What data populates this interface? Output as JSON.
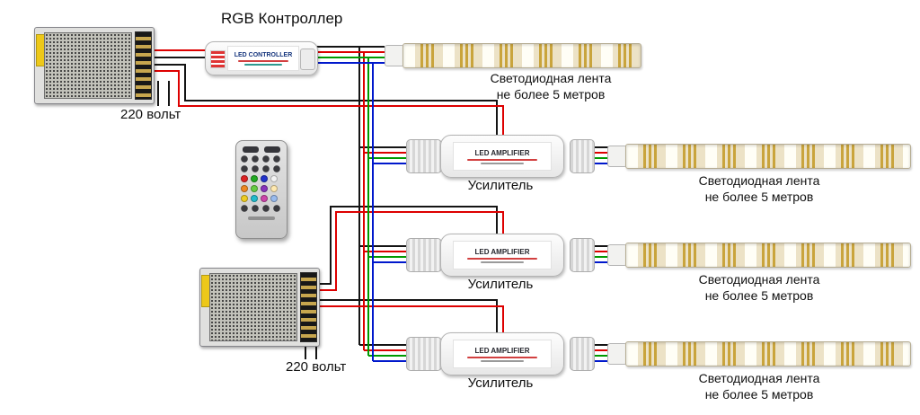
{
  "title": "RGB Контроллер",
  "colors": {
    "wire_black": "#141414",
    "wire_red": "#dd0000",
    "wire_green": "#009a00",
    "wire_blue": "#0018cc",
    "sticker_yellow": "#edc819"
  },
  "psu1": {
    "label": "220 вольт"
  },
  "psu2": {
    "label": "220 вольт"
  },
  "controller": {
    "device_label": "LED CONTROLLER"
  },
  "amplifiers": [
    {
      "device_label": "LED AMPLIFIER",
      "caption": "Усилитель"
    },
    {
      "device_label": "LED AMPLIFIER",
      "caption": "Усилитель"
    },
    {
      "device_label": "LED AMPLIFIER",
      "caption": "Усилитель"
    }
  ],
  "strips": [
    {
      "line1": "Светодиодная лента",
      "line2": "не более 5 метров"
    },
    {
      "line1": "Светодиодная лента",
      "line2": "не более 5 метров"
    },
    {
      "line1": "Светодиодная лента",
      "line2": "не более 5 метров"
    },
    {
      "line1": "Светодиодная лента",
      "line2": "не более 5 метров"
    }
  ],
  "remote": {
    "button_colors": [
      "#dd2222",
      "#22aa22",
      "#2233cc",
      "#f2f2f2",
      "#ee8822",
      "#66cc44",
      "#8833bb",
      "#ffe9b0",
      "#eecc22",
      "#22bbcc",
      "#cc44aa",
      "#99bbee"
    ]
  }
}
